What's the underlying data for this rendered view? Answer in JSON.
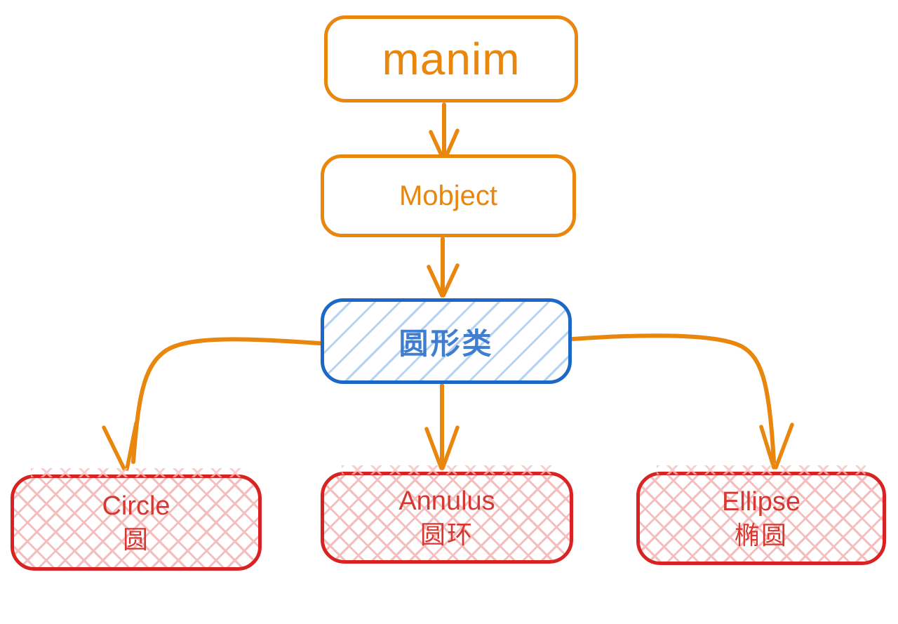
{
  "colors": {
    "background": "#FFFFFF",
    "orange": "#E8860D",
    "blue_border": "#1E68C5",
    "blue_text": "#2C72CC",
    "blue_hatch": "#B5D3F0",
    "red_border": "#D92222",
    "red_text": "#D63831",
    "red_hatch": "#F4BEBE"
  },
  "nodes": {
    "manim": {
      "label": "manim"
    },
    "mobject": {
      "label": "Mobject"
    },
    "circle_class": {
      "label": "圆形类"
    },
    "circle": {
      "label": "Circle",
      "sublabel": "圆"
    },
    "annulus": {
      "label": "Annulus",
      "sublabel": "圆环"
    },
    "ellipse": {
      "label": "Ellipse",
      "sublabel": "椭圆"
    }
  },
  "edges": [
    {
      "from": "manim",
      "to": "Mobject"
    },
    {
      "from": "Mobject",
      "to": "圆形类"
    },
    {
      "from": "圆形类",
      "to": "Circle"
    },
    {
      "from": "圆形类",
      "to": "Annulus"
    },
    {
      "from": "圆形类",
      "to": "Ellipse"
    }
  ]
}
